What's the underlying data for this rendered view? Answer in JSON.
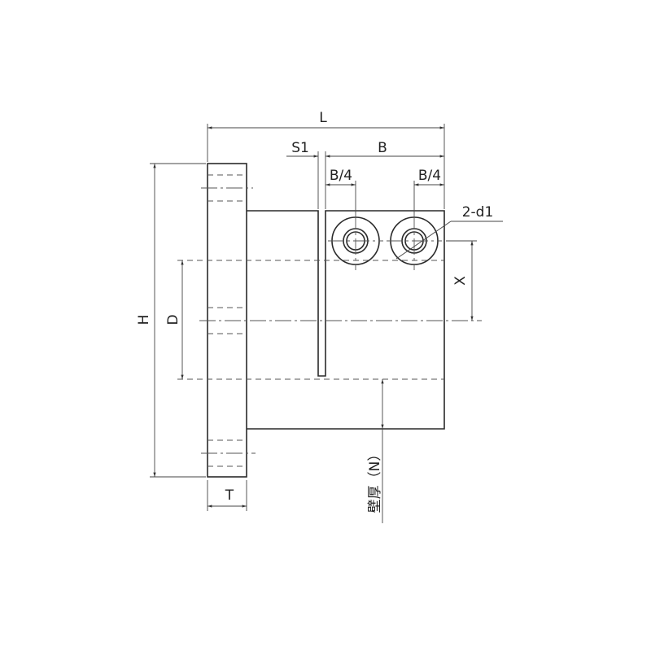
{
  "labels": {
    "L": "L",
    "S1": "S1",
    "B": "B",
    "B4_left": "B/4",
    "B4_right": "B/4",
    "holes": "2-d1",
    "X": "X",
    "H": "H",
    "D": "D",
    "T": "T",
    "N": "壁厚（N）"
  },
  "colors": {
    "line": "#2a2a2a",
    "background": "#ffffff"
  }
}
